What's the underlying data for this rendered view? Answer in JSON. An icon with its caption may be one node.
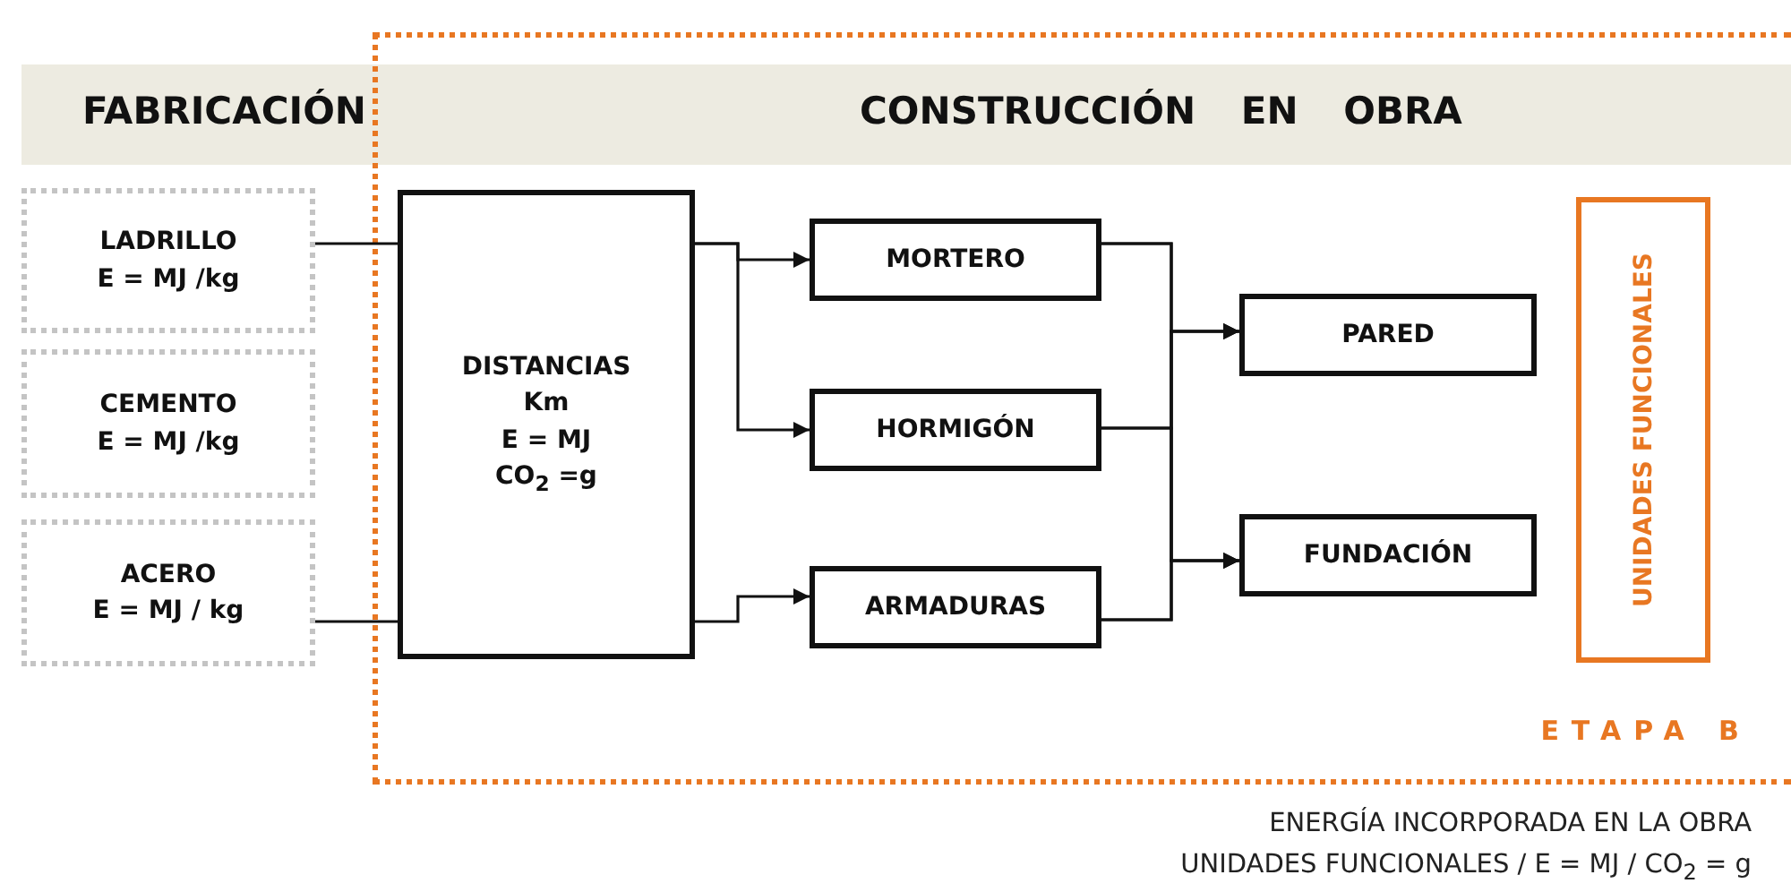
{
  "diagram": {
    "nodes": [
      {
        "text": [
          "FABRICACIÓN",
          "CONSTRUCCIÓN EN OBRA"
        ]
      },
      {
        "text": [
          "LADRILLO",
          "E = MJ /kg"
        ]
      },
      {
        "text": [
          "CEMENTO",
          "E = MJ /kg"
        ]
      },
      {
        "text": [
          "ACERO",
          "E = MJ / kg"
        ]
      },
      {
        "text": [
          "ETAPA B"
        ]
      },
      {
        "text": [
          "DISTANCIAS",
          "Km",
          "E = MJ",
          "CO$_{2}$ =g"
        ],
        "in": 4
      },
      {
        "text": [
          "MORTERO"
        ],
        "in": 4
      },
      {
        "text": [
          "HORMIGÓN"
        ],
        "in": 4
      },
      {
        "text": [
          "ARMADURAS"
        ],
        "in": 4
      },
      {
        "text": [
          "PARED"
        ],
        "in": 4
      },
      {
        "text": [
          "FUNDACIÓN"
        ],
        "in": 4
      },
      {
        "text": [
          "UNIDADES FUNCIONALES"
        ],
        "in": 4
      }
    ],
    "edges": [
      {
        "from": 1,
        "to": 5,
        "arrow": "none"
      },
      {
        "from": 3,
        "to": 5,
        "arrow": "none"
      },
      {
        "from": 5,
        "to": 6,
        "arrow": "to"
      },
      {
        "from": 5,
        "to": 7,
        "arrow": "to"
      },
      {
        "from": 5,
        "to": 8,
        "arrow": "to"
      },
      {
        "from": 6,
        "to": 9,
        "arrow": "to"
      },
      {
        "from": 7,
        "to": 9,
        "arrow": "to"
      },
      {
        "from": 8,
        "to": 9,
        "arrow": "to"
      },
      {
        "from": 6,
        "to": 10,
        "arrow": "to"
      },
      {
        "from": 7,
        "to": 10,
        "arrow": "to"
      },
      {
        "from": 8,
        "to": 10,
        "arrow": "to"
      }
    ],
    "labels": [
      "ENERGÍA INCORPORADA EN LA OBRA",
      "UNIDADES FUNCIONALES / E = MJ / CO$_{2}$ = g"
    ]
  }
}
